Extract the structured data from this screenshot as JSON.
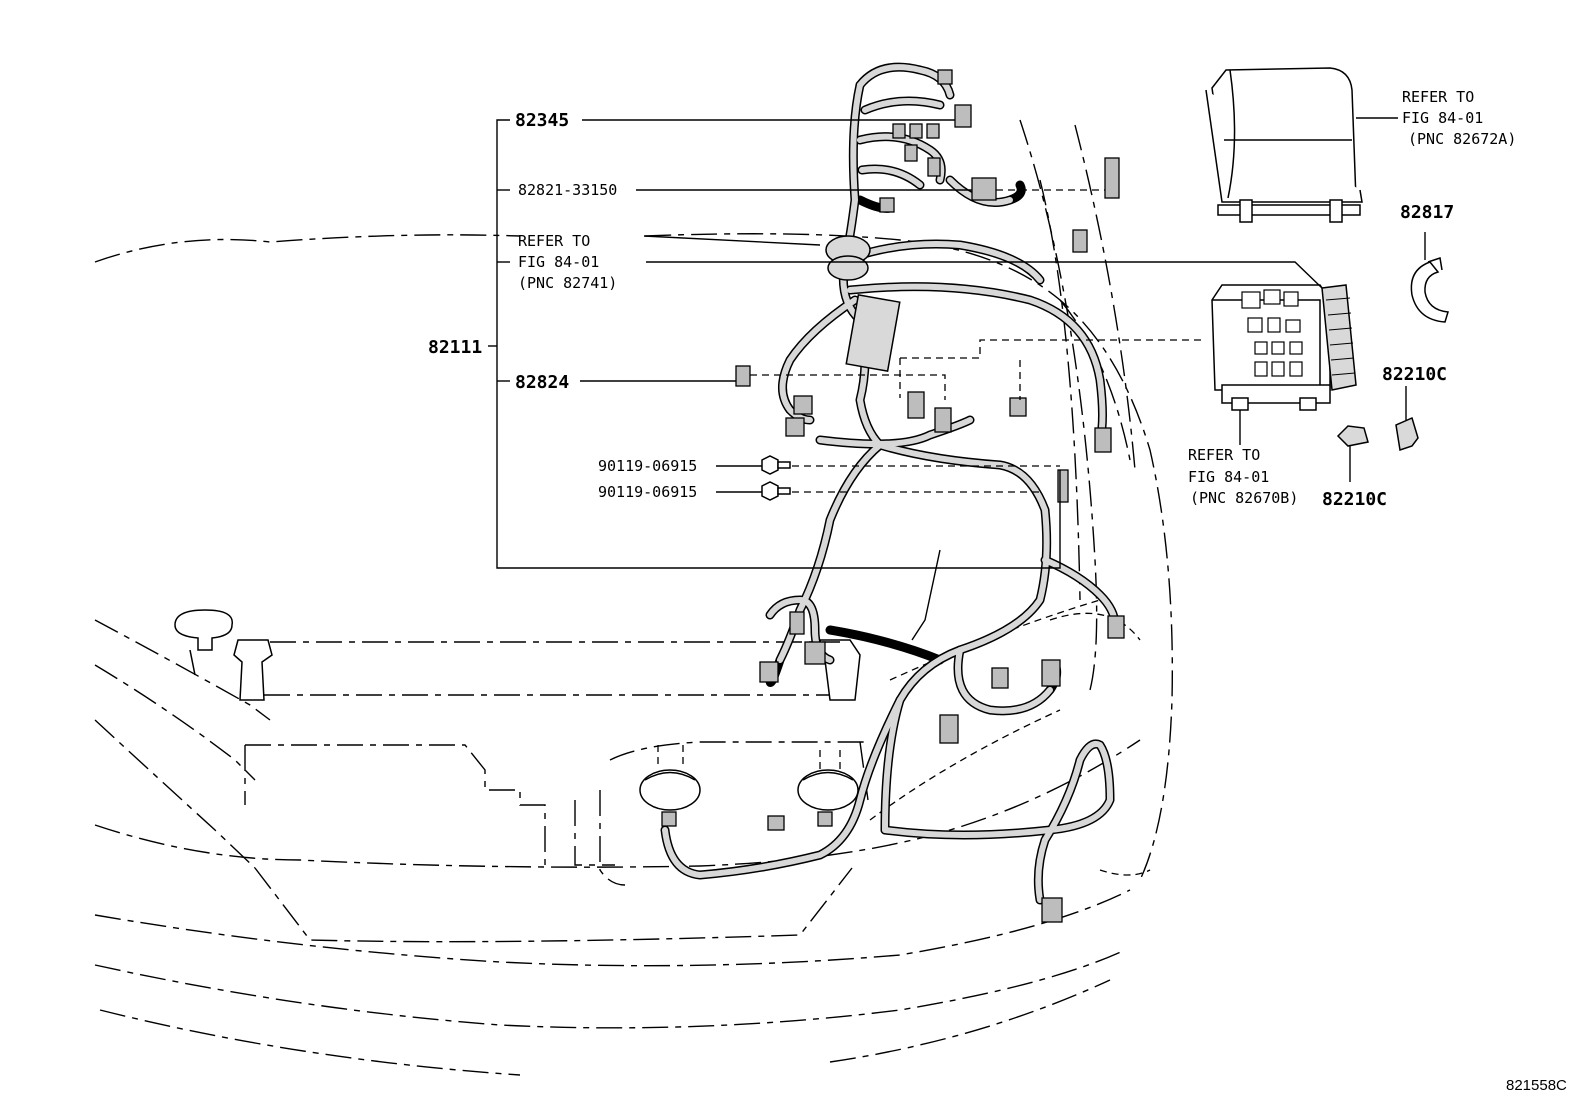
{
  "labels": {
    "p82345": "82345",
    "p82821": "82821-33150",
    "ref_top_l1": "REFER TO",
    "ref_top_l2": "FIG 84-01",
    "ref_top_l3": "(PNC 82741)",
    "p82111": "82111",
    "p82824": "82824",
    "bolt1": "90119-06915",
    "bolt2": "90119-06915",
    "ref_a_l1": "REFER TO",
    "ref_a_l2": "FIG 84-01",
    "ref_a_l3": "(PNC 82672A)",
    "p82817": "82817",
    "p82210c_a": "82210C",
    "p82210c_b": "82210C",
    "ref_b_l1": "REFER TO",
    "ref_b_l2": "FIG 84-01",
    "ref_b_l3": "(PNC 82670B)",
    "figure_id": "821558C"
  },
  "colors": {
    "line": "#000000",
    "background": "#ffffff",
    "shade": "#bdbdbd"
  }
}
